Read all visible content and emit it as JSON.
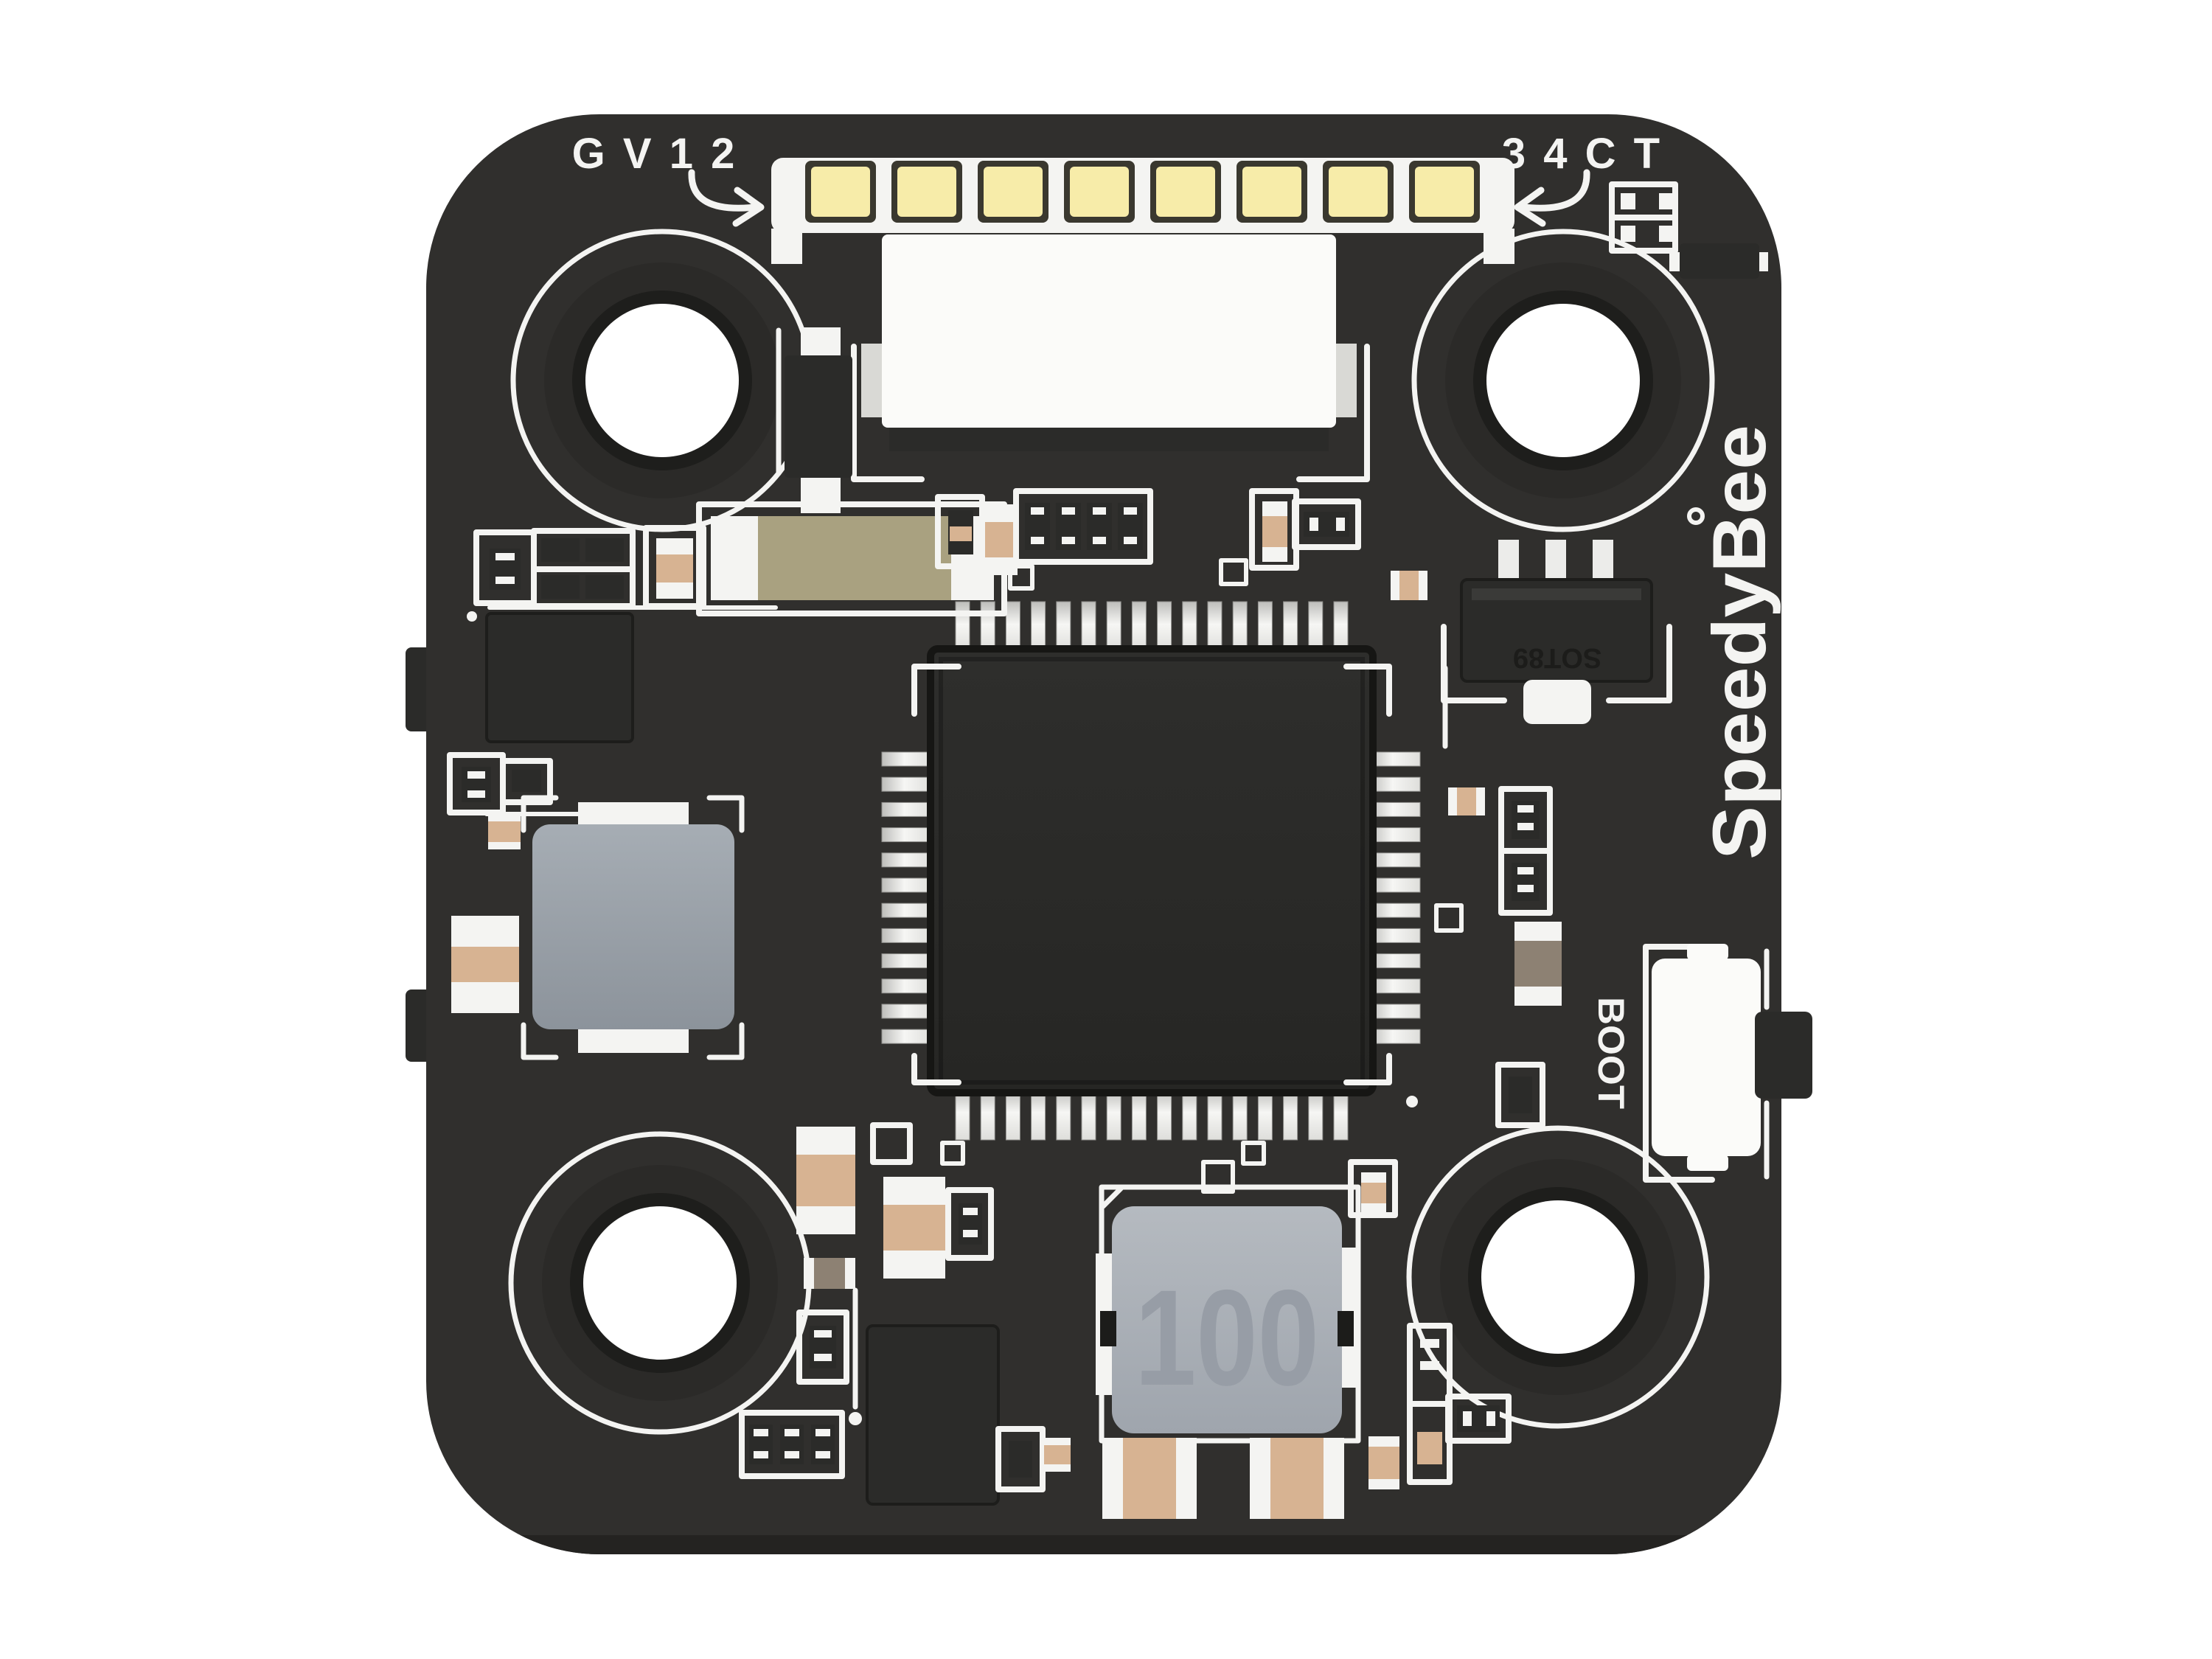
{
  "silkscreen": {
    "top_left_pad_label": "G V 1 2",
    "top_right_pad_label": "3 4 C T",
    "brand": "SpeedyBee",
    "boot_button_label": "BOOT",
    "inductor_value": "100",
    "regulator_marking": "SOT89"
  },
  "board": {
    "pad_count": 8,
    "mcu_pins_top_bottom": 16,
    "mcu_pins_left_right": 12
  },
  "colors": {
    "background": "#ffffff",
    "board": "#302f2d",
    "board-edge": "#242321",
    "silk": "#f4f4f2",
    "pad-gold": "#f7eca9",
    "pad-gap": "#3a382f",
    "chip-dark": "#2b2b29",
    "chip-rim": "#1d1d1b",
    "tan": "#d7b392",
    "khaki": "#a9a180",
    "brown": "#8d8173",
    "metal-light": "#d9d9d5",
    "connector-white": "#fbfbf9",
    "ind-text": "#979da6"
  }
}
